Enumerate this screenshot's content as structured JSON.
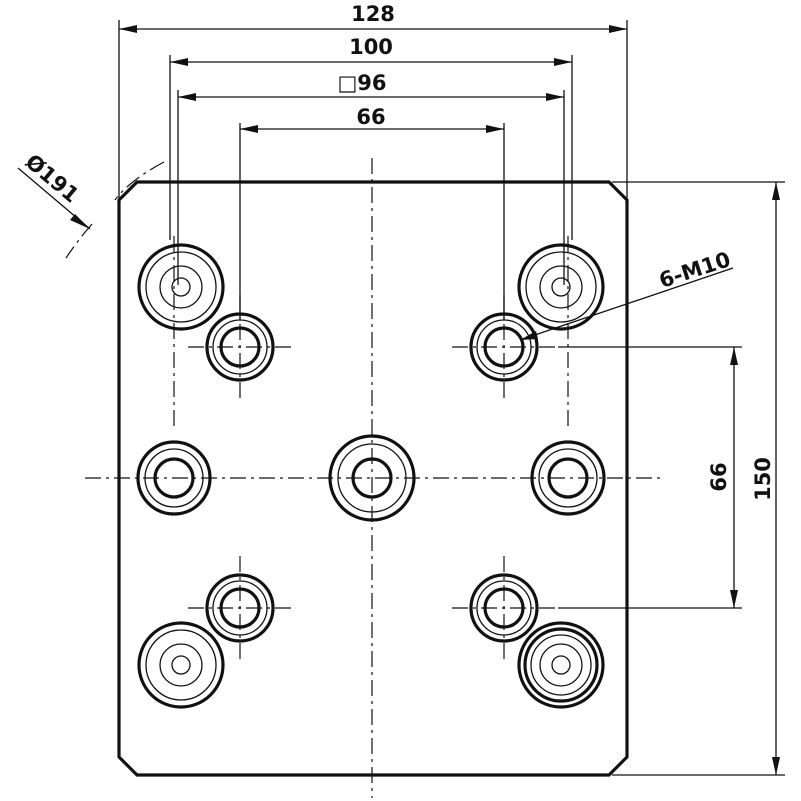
{
  "dimensions": {
    "width_overall": "128",
    "bolt_spacing_outer": "100",
    "square_pattern": "□96",
    "bolt_spacing_inner_h": "66",
    "bolt_spacing_inner_v": "66",
    "height_overall": "150",
    "circle_diameter": "Ø191"
  },
  "callouts": {
    "threaded_holes": "6-M10"
  }
}
